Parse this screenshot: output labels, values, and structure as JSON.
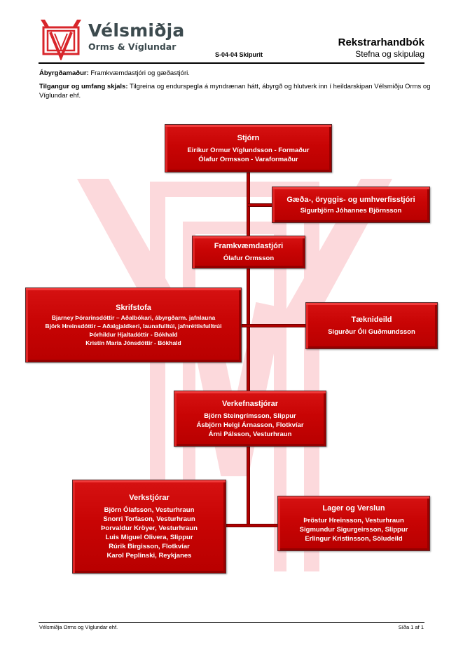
{
  "header": {
    "brand_name": "Vélsmiðja",
    "brand_sub": "Orms & Víglundar",
    "doc_code": "S-04-04 Skipurit",
    "doc_title": "Rekstrarhandbók",
    "doc_subtitle": "Stefna og skipulag",
    "logo_icon": "company-logo-icon"
  },
  "meta": {
    "responsible_label": "Ábyrgðamaður:",
    "responsible_value": " Framkvæmdastjóri og gæðastjóri.",
    "purpose_label": "Tilgangur og umfang skjals:",
    "purpose_value": " Tilgreina og endurspegla á myndrænan hátt, ábyrgð og hlutverk inn í heildarskipan Vélsmiðju Orms og Víglundar ehf."
  },
  "org": {
    "board": {
      "title": "Stjórn",
      "lines": [
        "Eiríkur Ormur Víglundsson - Formaður",
        "Ólafur Ormsson - Varaformaður"
      ]
    },
    "quality": {
      "title": "Gæða-, öryggis- og umhverfisstjóri",
      "lines": [
        "Sigurbjörn Jóhannes Björnsson"
      ]
    },
    "ceo": {
      "title": "Framkvæmdastjóri",
      "lines": [
        "Ólafur Ormsson"
      ]
    },
    "office": {
      "title": "Skrifstofa",
      "lines": [
        "Bjarney Þórarinsdóttir – Aðalbókari, ábyrgðarm. jafnlauna",
        "Björk Hreinsdóttir – Aðalgjaldkeri, launafulltúi, jafnréttisfulltrúi",
        "Þórhildur Hjaltadóttir - Bókhald",
        "Kristín María Jónsdóttir - Bókhald"
      ]
    },
    "tech": {
      "title": "Tæknideild",
      "lines": [
        "Sigurður Óli Guðmundsson"
      ]
    },
    "project_managers": {
      "title": "Verkefnastjórar",
      "lines": [
        "Björn Steingrímsson, Slippur",
        "Ásbjörn Helgi Árnasson, Flotkvíar",
        "Árni Pálsson, Vesturhraun"
      ]
    },
    "foremen": {
      "title": "Verkstjórar",
      "lines": [
        "Björn Ólafsson, Vesturhraun",
        "Snorri Torfason, Vesturhraun",
        "Þorvaldur Kröyer, Vesturhraun",
        "Luis Miguel Olivera, Slippur",
        "Rúrik Birgisson, Flotkvíar",
        "Karol Peplinski, Reykjanes"
      ]
    },
    "warehouse": {
      "title": "Lager og Verslun",
      "lines": [
        "Þröstur Hreinsson, Vesturhraun",
        "Sigmundur Sigurgeirsson, Slippur",
        "Erlingur Kristinsson, Söludeild"
      ]
    }
  },
  "footer": {
    "company": "Vélsmiðja Orms og Víglundar ehf.",
    "page": "Síða 1 af 1"
  },
  "colors": {
    "brand_red": "#c80404",
    "brand_gray": "#3c4a4e",
    "watermark": "#fcd9dc"
  }
}
